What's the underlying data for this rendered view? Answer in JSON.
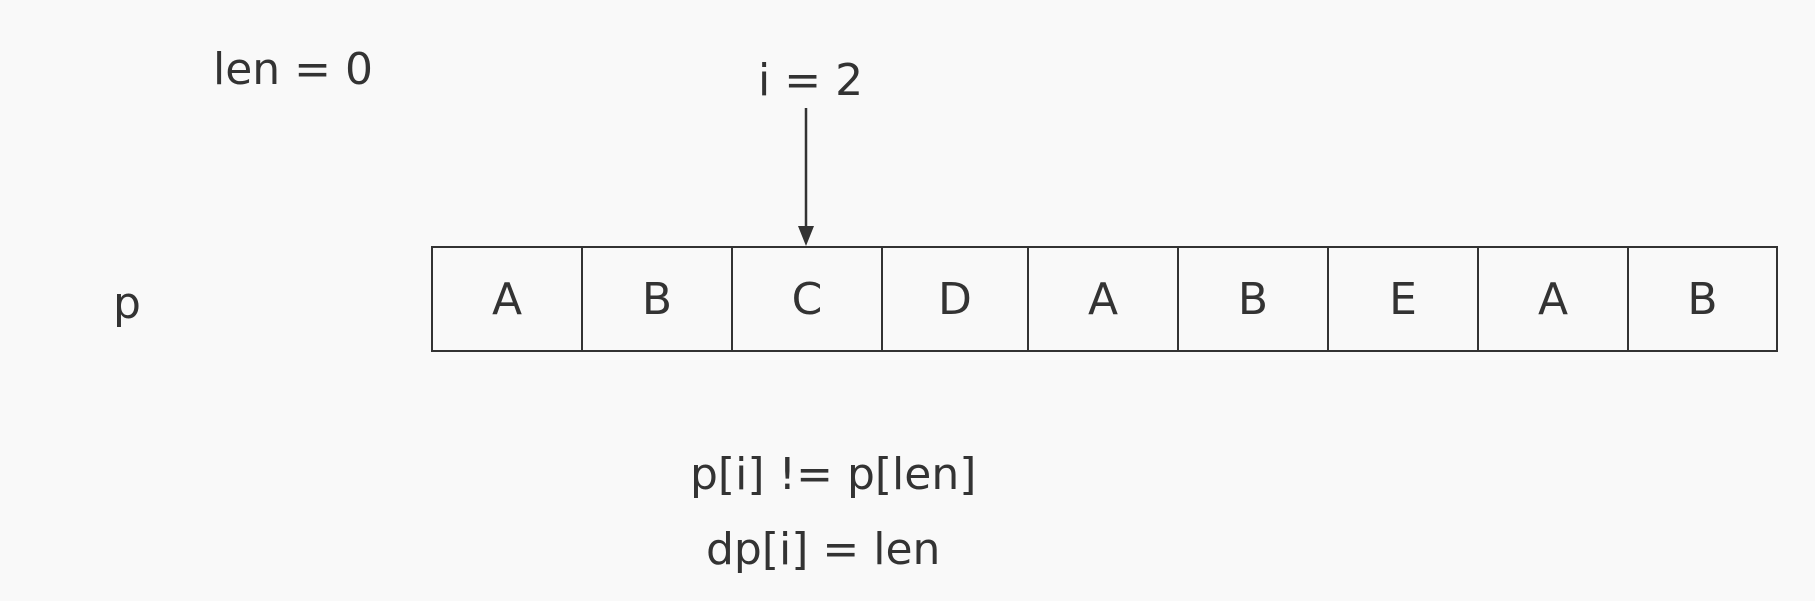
{
  "len_label": "len = 0",
  "pointer": {
    "label": "i = 2",
    "index": 2
  },
  "array": {
    "label": "p",
    "cells": [
      "A",
      "B",
      "C",
      "D",
      "A",
      "B",
      "E",
      "A",
      "B"
    ]
  },
  "condition": {
    "line1": "p[i] != p[len]",
    "line2": "dp[i] = len"
  },
  "colors": {
    "background": "#f9f9f9",
    "ink": "#333333"
  }
}
